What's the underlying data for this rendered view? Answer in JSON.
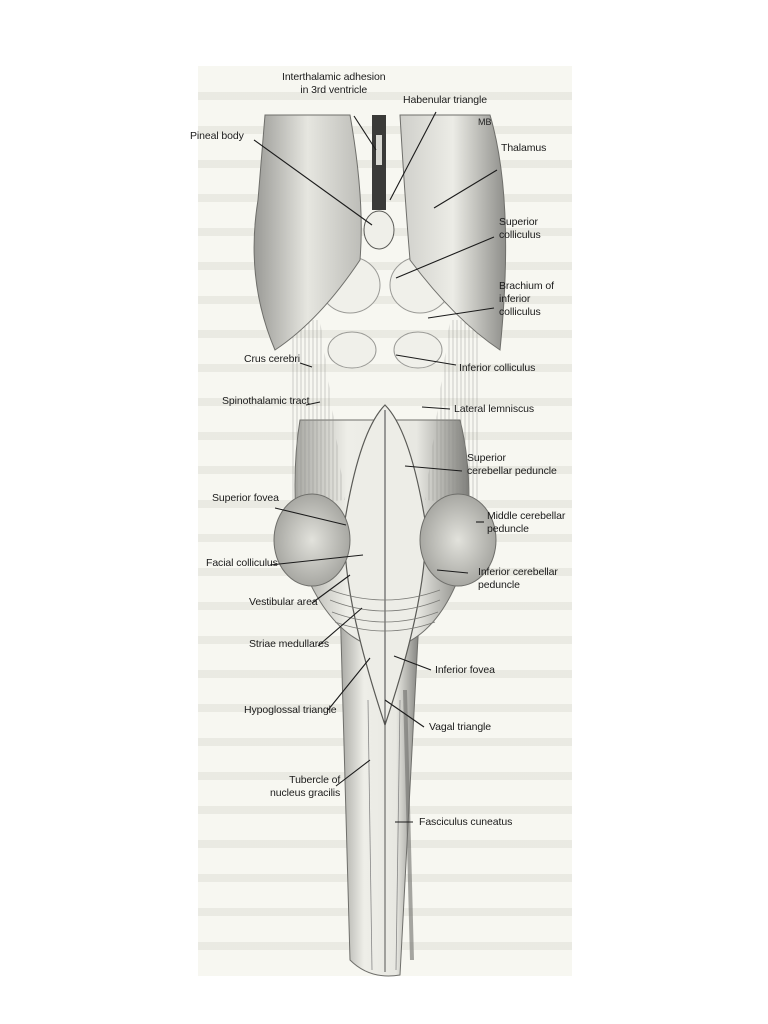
{
  "figure": {
    "subject": "Dorsal view of brainstem",
    "corner_mark": "MB",
    "colors": {
      "page": "#f7f7f1",
      "ink": "#1b1b1b",
      "shade": "#8a8a86"
    }
  },
  "labels": {
    "interthalamic_adhesion": "Interthalamic adhesion\nin 3rd ventricle",
    "habenular_triangle": "Habenular triangle",
    "pineal_body": "Pineal body",
    "thalamus": "Thalamus",
    "superior_colliculus": "Superior\ncolliculus",
    "brachium_inferior_colliculus": "Brachium of\ninferior\ncolliculus",
    "crus_cerebri": "Crus cerebri",
    "inferior_colliculus": "Inferior colliculus",
    "spinothalamic_tract": "Spinothalamic tract",
    "lateral_lemniscus": "Lateral lemniscus",
    "superior_cerebellar_peduncle": "Superior\ncerebellar peduncle",
    "superior_fovea": "Superior fovea",
    "middle_cerebellar_peduncle": "Middle cerebellar\npeduncle",
    "facial_colliculus": "Facial colliculus",
    "inferior_cerebellar_peduncle": "Inferior cerebellar\npeduncle",
    "vestibular_area": "Vestibular area",
    "striae_medullares": "Striae medullares",
    "inferior_fovea": "Inferior fovea",
    "hypoglossal_triangle": "Hypoglossal triangle",
    "vagal_triangle": "Vagal triangle",
    "tubercle_nucleus_gracilis": "Tubercle of\nnucleus gracilis",
    "fasciculus_cuneatus": "Fasciculus cuneatus"
  }
}
